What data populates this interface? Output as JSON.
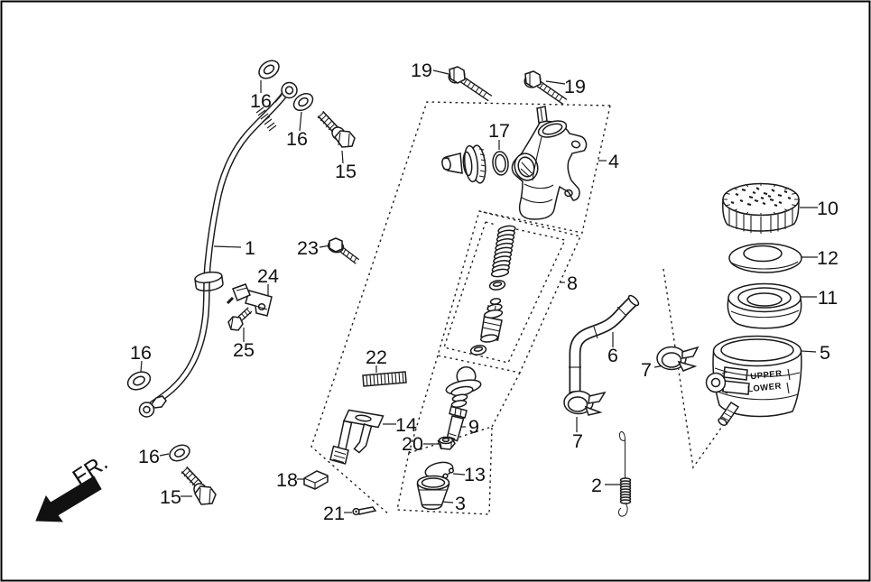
{
  "figure": {
    "direction_label": "FR.",
    "reservoir_markings": {
      "upper": "UPPER",
      "lower": "LOWER"
    },
    "callouts": [
      {
        "label": "19"
      },
      {
        "label": "19"
      },
      {
        "label": "17"
      },
      {
        "label": "4"
      },
      {
        "label": "10"
      },
      {
        "label": "12"
      },
      {
        "label": "11"
      },
      {
        "label": "5"
      },
      {
        "label": "7"
      },
      {
        "label": "7"
      },
      {
        "label": "6"
      },
      {
        "label": "8"
      },
      {
        "label": "2"
      },
      {
        "label": "1"
      },
      {
        "label": "23"
      },
      {
        "label": "24"
      },
      {
        "label": "25"
      },
      {
        "label": "16"
      },
      {
        "label": "16"
      },
      {
        "label": "15"
      },
      {
        "label": "16"
      },
      {
        "label": "16"
      },
      {
        "label": "15"
      },
      {
        "label": "22"
      },
      {
        "label": "14"
      },
      {
        "label": "9"
      },
      {
        "label": "20"
      },
      {
        "label": "13"
      },
      {
        "label": "3"
      },
      {
        "label": "18"
      },
      {
        "label": "21"
      }
    ]
  }
}
